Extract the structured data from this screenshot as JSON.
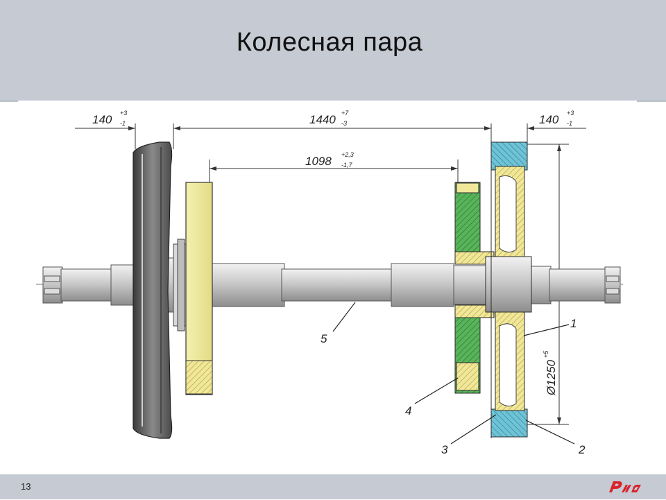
{
  "slide": {
    "title": "Колесная пара",
    "page_number": "13"
  },
  "dimensions": {
    "d1": {
      "main": "140",
      "sup": "+3",
      "sub": "-1"
    },
    "d2": {
      "main": "1440",
      "sup": "+7",
      "sub": "-3"
    },
    "d3": {
      "main": "140",
      "sup": "+3",
      "sub": "-1"
    },
    "d4": {
      "main": "1098",
      "sup": "+2,3",
      "sub": "-1,7"
    },
    "d5": {
      "main": "Ø1250",
      "sup": "+5"
    }
  },
  "callouts": [
    "1",
    "2",
    "3",
    "4",
    "5"
  ],
  "colors": {
    "header": "#c5cad3",
    "wheel_hatch": "#f1e79a",
    "bearing_blue": "#6fc3d6",
    "gear_green": "#4caf50",
    "axle": "#c9c9c9"
  },
  "logo": "rzd-logo"
}
